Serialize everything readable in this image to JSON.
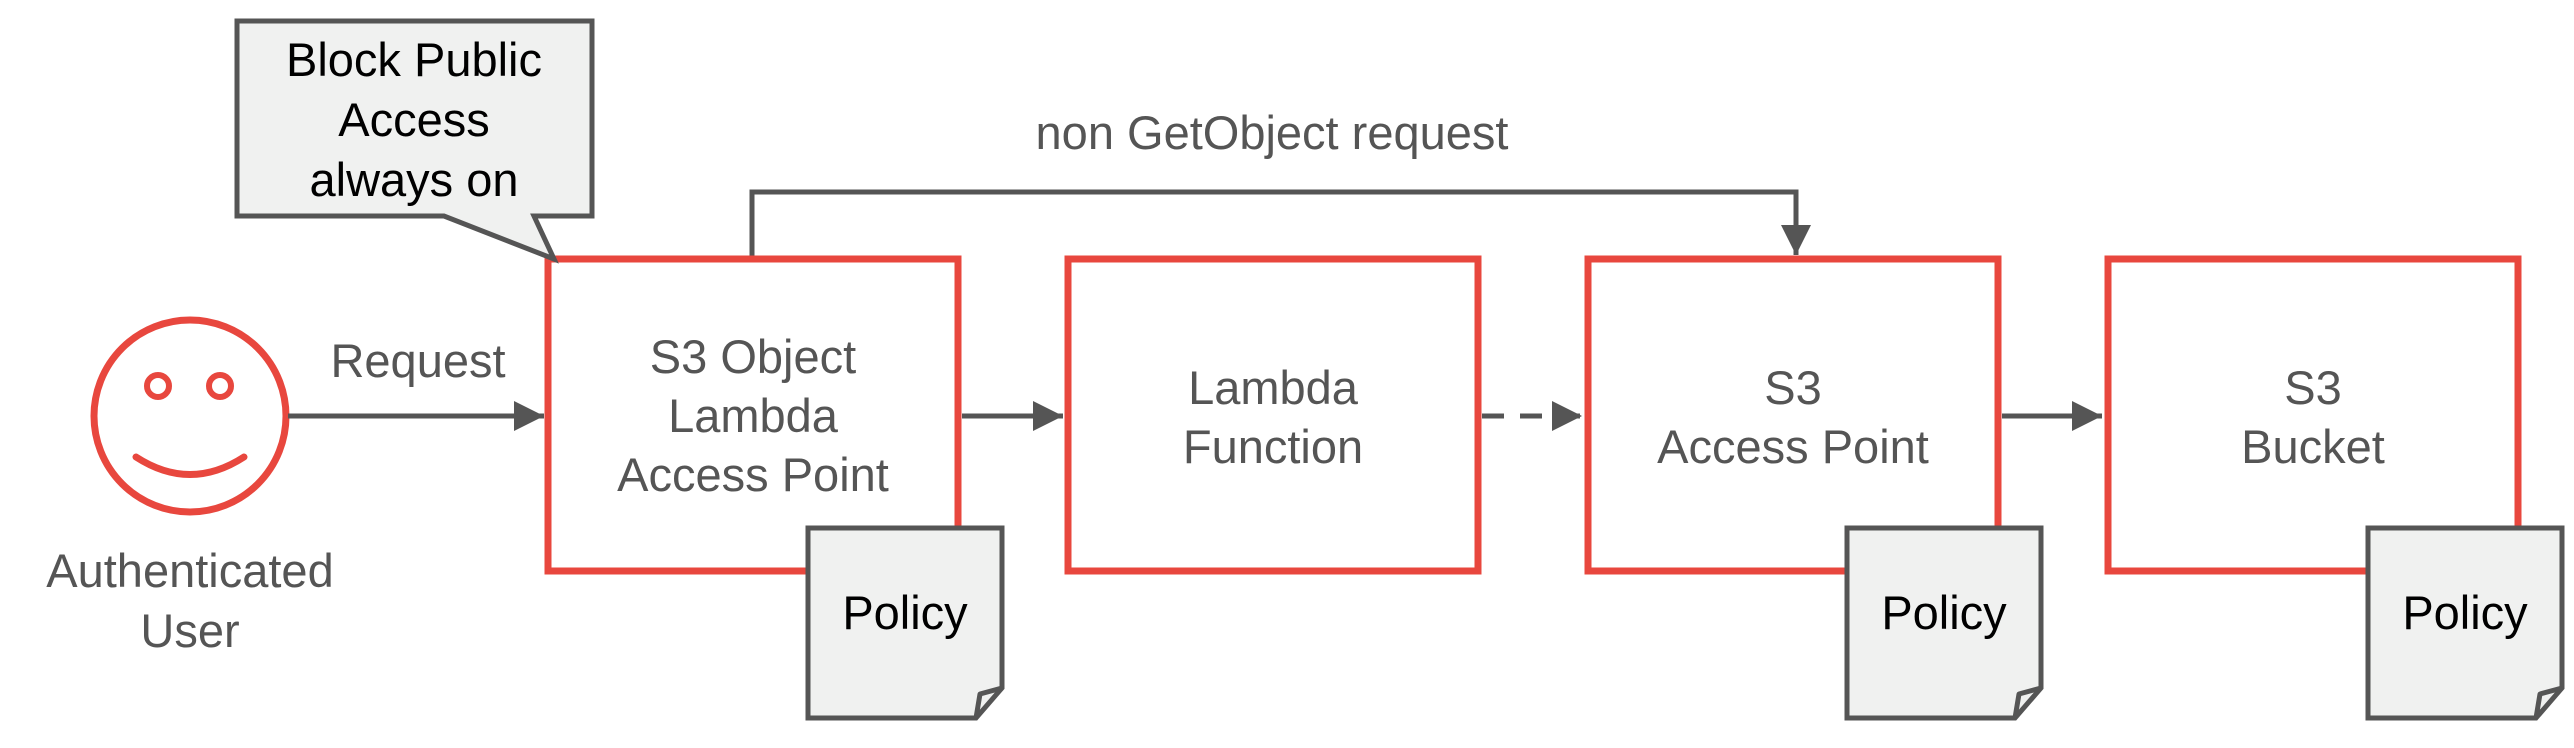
{
  "colors": {
    "box_border": "#e8473e",
    "line": "#555555",
    "doc_fill": "#f0f1f0",
    "callout_fill": "#f0f1f0"
  },
  "user": {
    "icon": "smiley-face-icon",
    "label_line1": "Authenticated",
    "label_line2": "User"
  },
  "edges": {
    "request_label": "Request",
    "bypass_label": "non GetObject request"
  },
  "callout": {
    "line1": "Block Public",
    "line2": "Access",
    "line3": "always on"
  },
  "boxes": {
    "object_lambda_ap": {
      "line1": "S3 Object",
      "line2": "Lambda",
      "line3": "Access Point"
    },
    "lambda_function": {
      "line1": "Lambda",
      "line2": "Function"
    },
    "access_point": {
      "line1": "S3",
      "line2": "Access Point"
    },
    "bucket": {
      "line1": "S3",
      "line2": "Bucket"
    }
  },
  "policies": {
    "object_lambda_ap": "Policy",
    "access_point": "Policy",
    "bucket": "Policy"
  }
}
